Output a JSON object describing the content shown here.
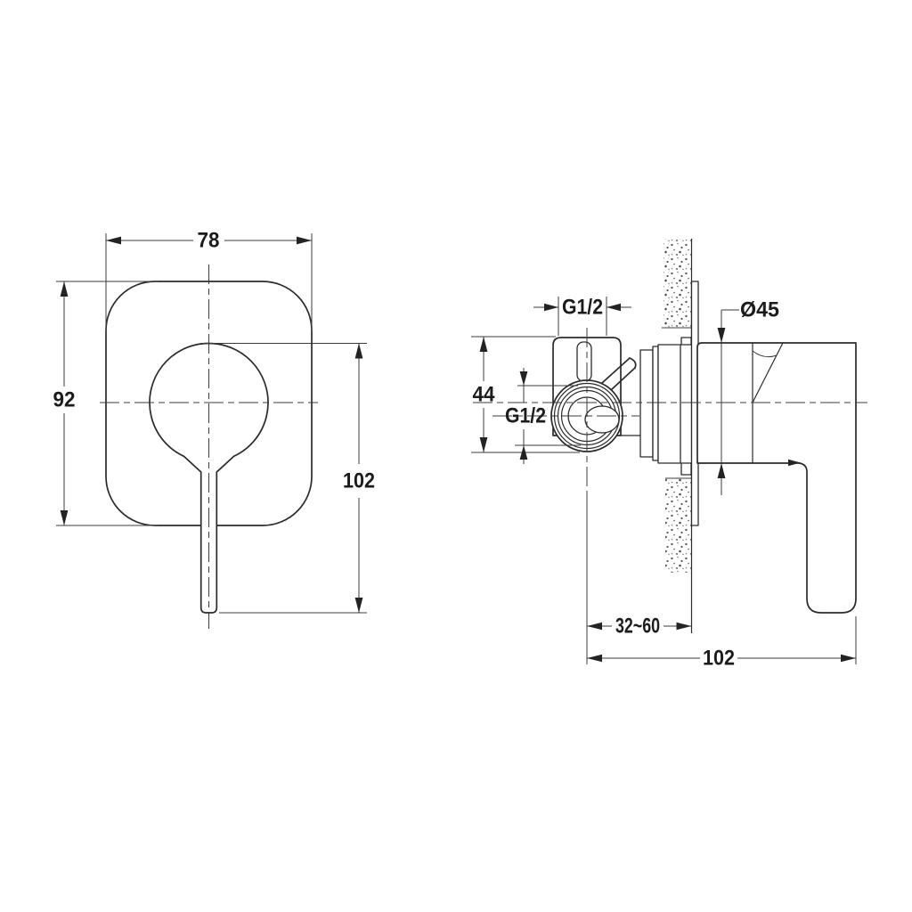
{
  "drawing": {
    "description": "Technical dimension drawing of concealed shower mixer valve, front view and side section view",
    "colors": {
      "background": "#ffffff",
      "line": "#2b2b2b",
      "dimension_line": "#3b3b3b",
      "wall_stipple": "#5a5a5a"
    },
    "front_view": {
      "plate_width": "78",
      "plate_height": "92",
      "handle_drop": "102"
    },
    "side_view": {
      "top_inlet_thread": "G1/2",
      "body_height": "44",
      "side_port_thread": "G1/2",
      "trim_diameter": "Ø45",
      "install_depth_range": "32~60",
      "overall_length": "102"
    }
  }
}
